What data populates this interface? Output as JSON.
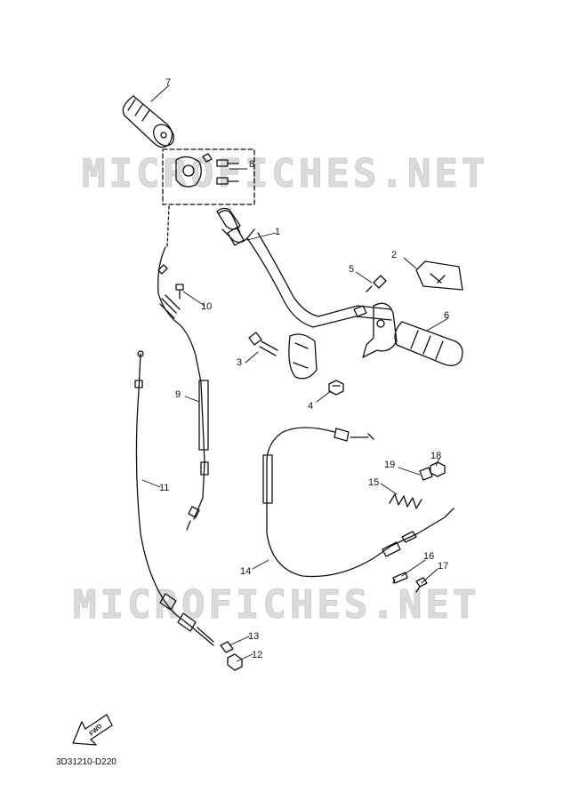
{
  "watermarks": [
    "MICROFICHES.NET",
    "MICROFICHES.NET"
  ],
  "callouts": {
    "c1": "1",
    "c2": "2",
    "c3": "3",
    "c4": "4",
    "c5": "5",
    "c6": "6",
    "c7": "7",
    "c8": "8",
    "c9": "9",
    "c10": "10",
    "c11": "11",
    "c12": "12",
    "c13": "13",
    "c14": "14",
    "c15": "15",
    "c16": "16",
    "c17": "17",
    "c18": "18",
    "c19": "19"
  },
  "fwd_label": "FWD",
  "diagram_code": "3D31210-D220"
}
